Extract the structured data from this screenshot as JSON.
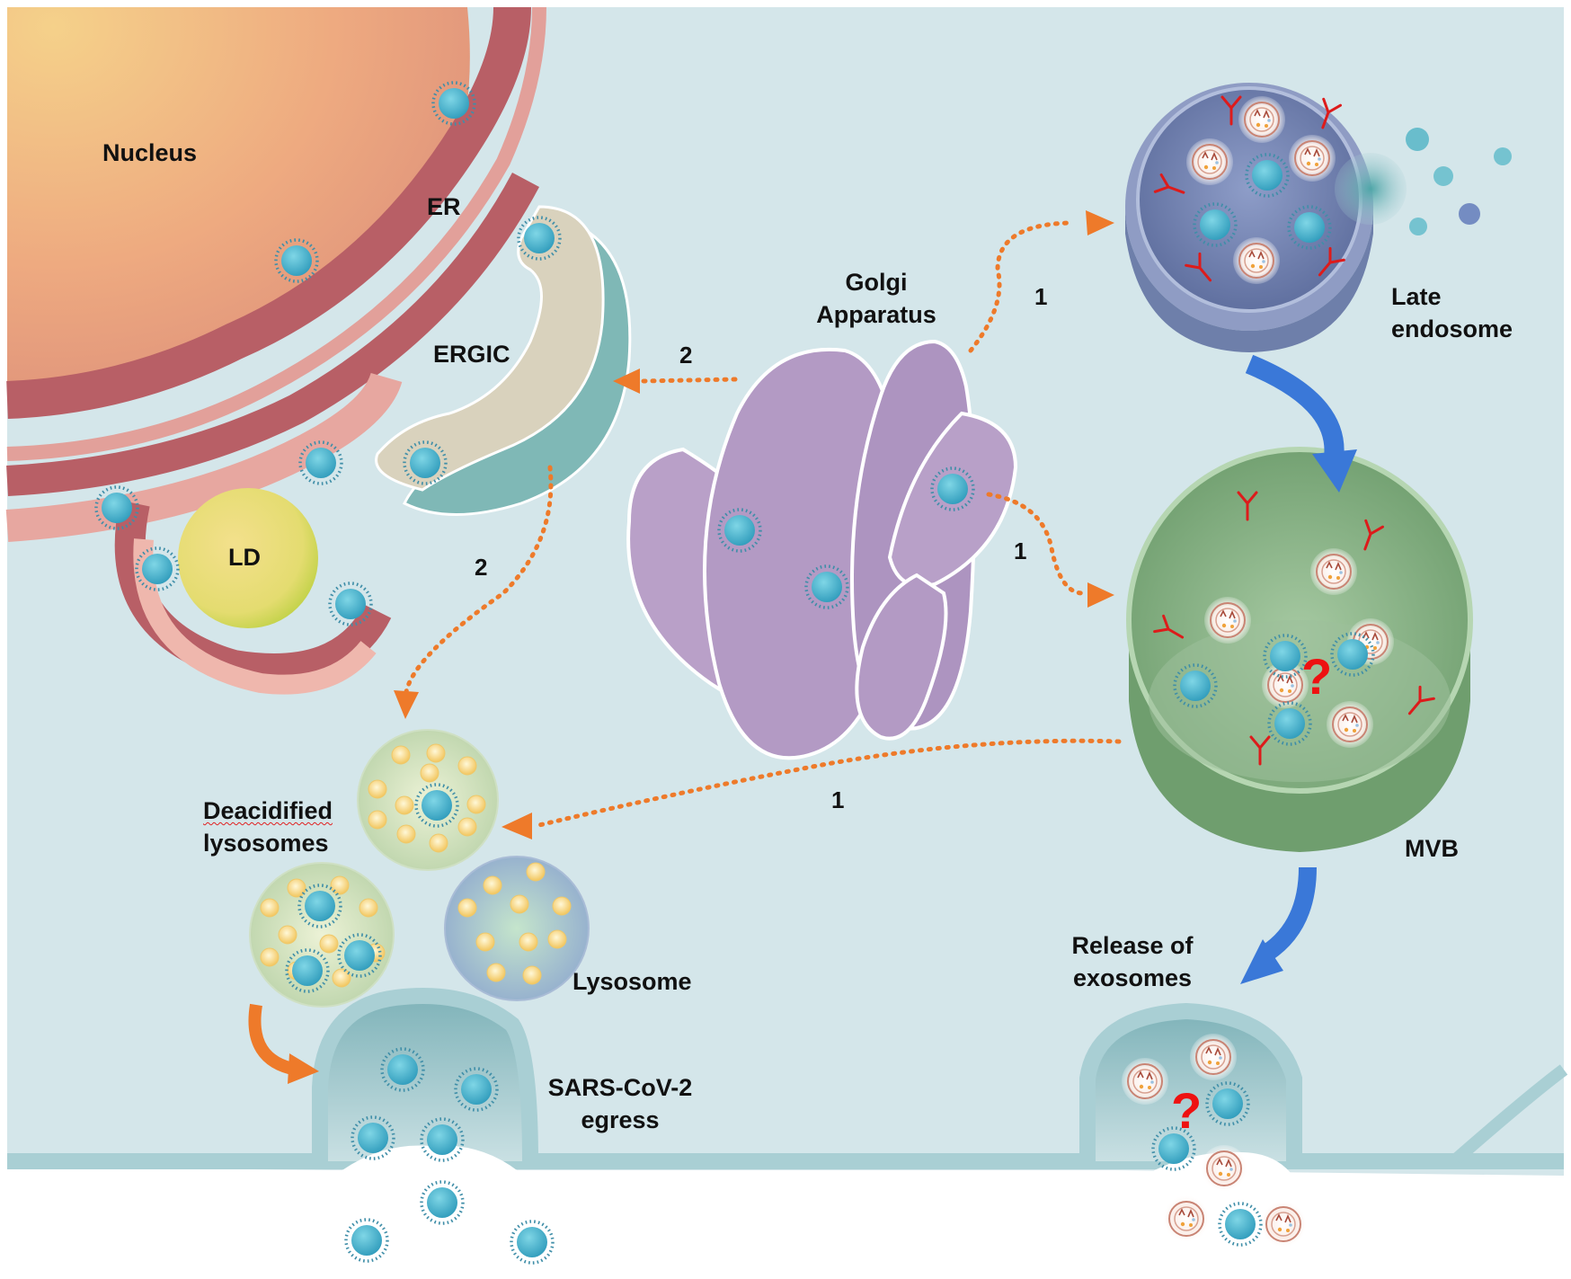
{
  "colors": {
    "cytoplasm": "#d4e6ea",
    "membrane": "#a9cfd4",
    "nucleus": "#f0b889",
    "er": "#b85f66",
    "golgi": "#b9a0c8",
    "ergic_teal": "#7fb8b6",
    "ld": "#e7e07a",
    "late_endosome": "#6e7faa",
    "mvb": "#8cb38a",
    "lysosome_blue": "#9cb4d4",
    "lysosome_green": "#c8ddb8",
    "virion": "#4db6cf",
    "dotted_arrow": "#ee7a2a",
    "flow_arrow": "#3a78d8",
    "antibody": "#dd1b1b",
    "question_mark": "#ee1111"
  },
  "labels": {
    "nucleus": "Nucleus",
    "er": "ER",
    "ergic": "ERGIC",
    "ld": "LD",
    "golgi": [
      "Golgi",
      "Apparatus"
    ],
    "late_endosome": [
      "Late",
      "endosome"
    ],
    "mvb": "MVB",
    "deacidified": [
      "Deacidified",
      "lysosomes"
    ],
    "lysosome": "Lysosome",
    "egress": [
      "SARS-CoV-2",
      "egress"
    ],
    "exosomes": [
      "Release of",
      "exosomes"
    ]
  },
  "pathway_numbers": {
    "golgi_to_late_endosome": "1",
    "golgi_to_mvb": "1",
    "mvb_to_lysosome": "1",
    "golgi_to_ergic": "2",
    "ergic_to_lysosome": "2"
  },
  "question_mark": "?"
}
